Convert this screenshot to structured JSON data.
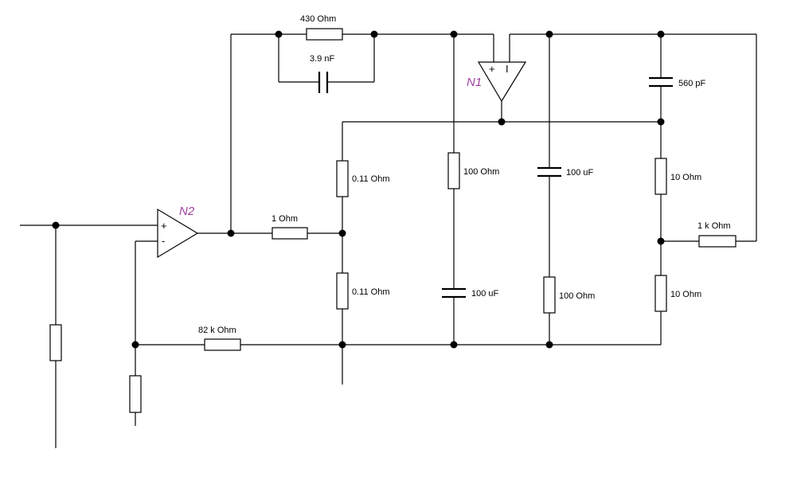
{
  "colors": {
    "wire": "#000000",
    "background": "#ffffff",
    "designator": "#a040a0"
  },
  "opamps": {
    "n1": {
      "designator": "N1",
      "plus": "+",
      "minus": "I"
    },
    "n2": {
      "designator": "N2",
      "plus": "+",
      "minus": "-"
    }
  },
  "components": {
    "r_430": "430  Ohm",
    "c_3n9": "3.9 nF",
    "r_1": "1  Ohm",
    "r_011_top": "0.11  Ohm",
    "r_011_bot": "0.11  Ohm",
    "r_82k": "82 k Ohm",
    "r_100a": "100  Ohm",
    "c_100u_a": "100 uF",
    "c_100u_b": "100 uF",
    "r_100b": "100  Ohm",
    "c_560p": "560 pF",
    "r_10_top": "10  Ohm",
    "r_10_bot": "10  Ohm",
    "r_1k": "1 k Ohm"
  }
}
